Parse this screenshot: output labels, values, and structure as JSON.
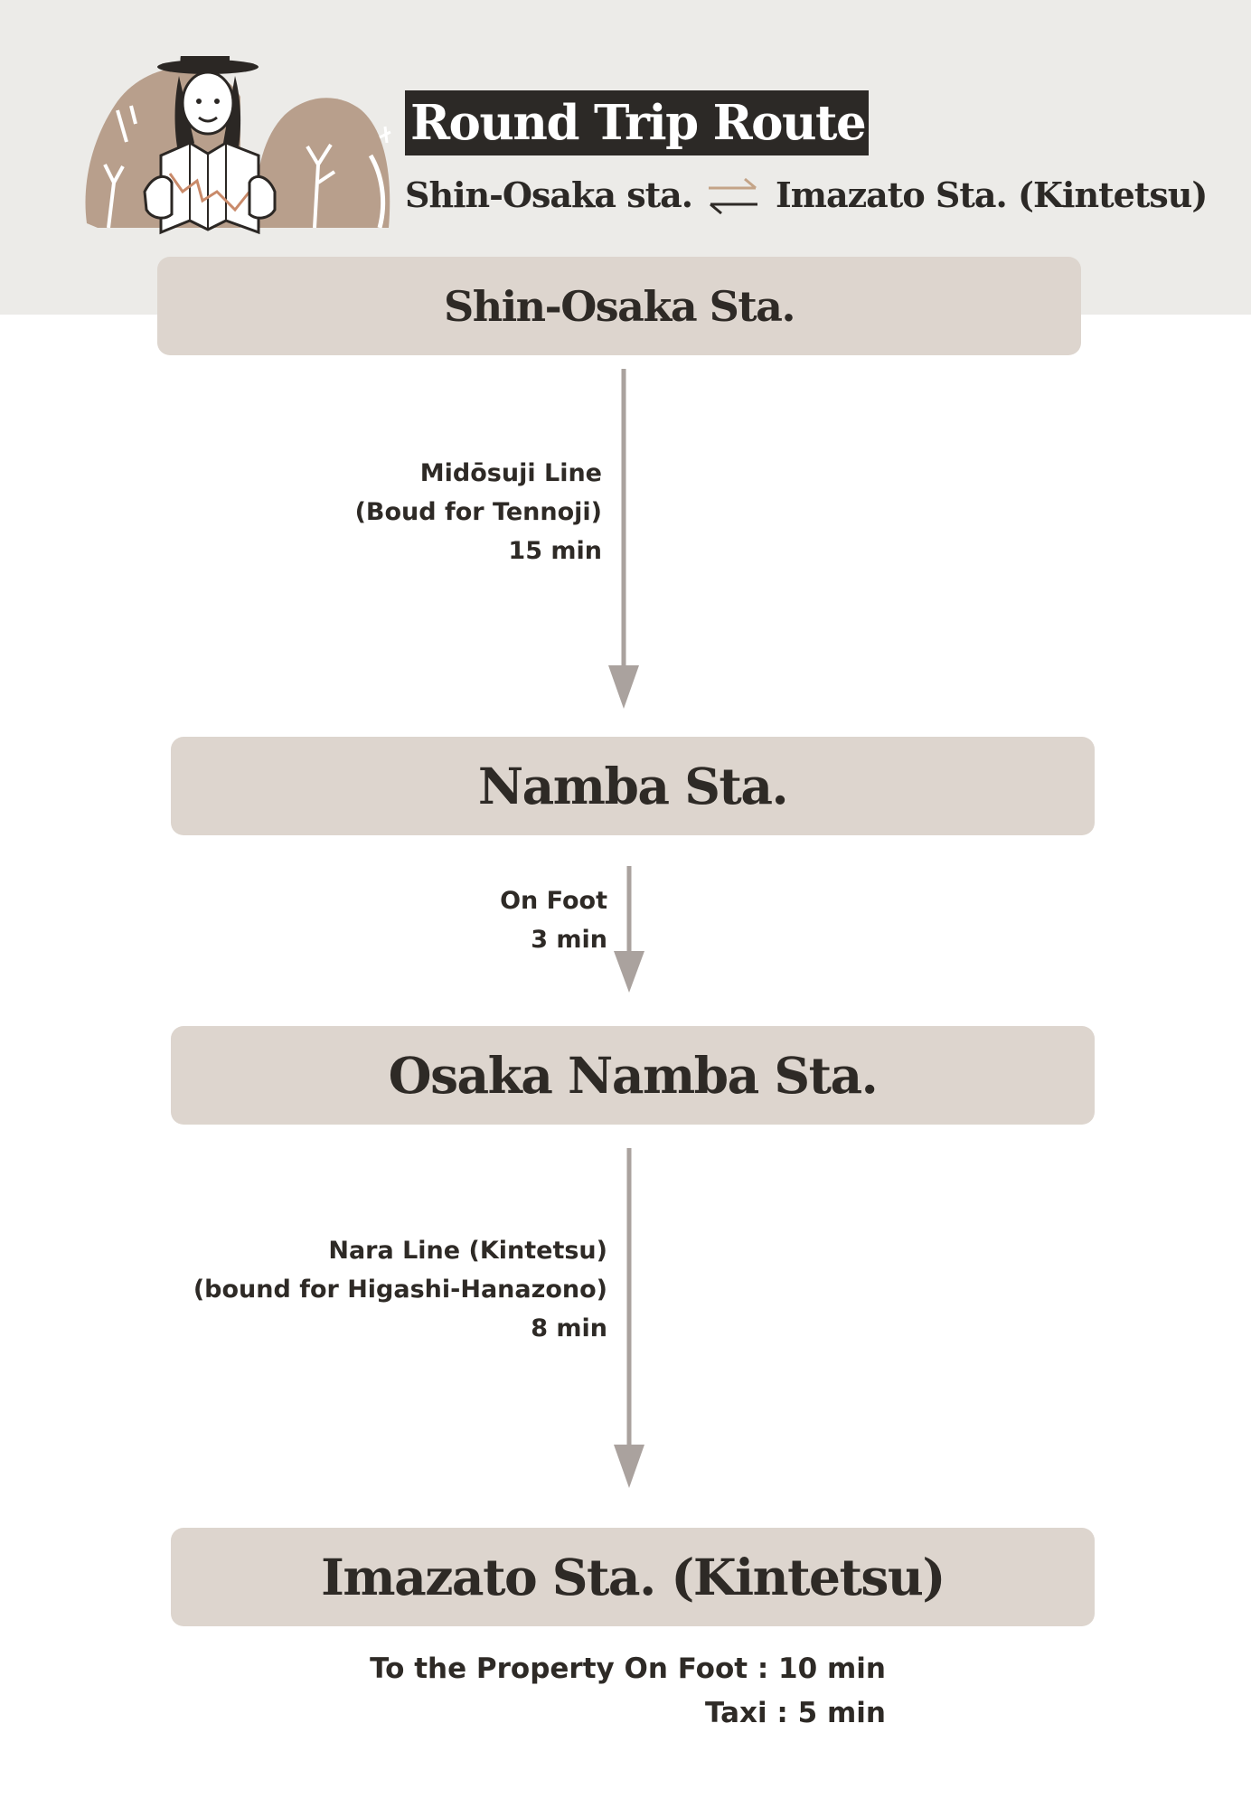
{
  "header": {
    "title": "Round Trip Route",
    "origin": "Shin-Osaka sta.",
    "destination": "Imazato Sta. (Kintetsu)",
    "swap_icon": "two-way-arrows-icon",
    "illustration_icon": "traveler-with-map-icon"
  },
  "stations": [
    {
      "name": "Shin-Osaka Sta."
    },
    {
      "name": "Namba Sta."
    },
    {
      "name": "Osaka Namba Sta."
    },
    {
      "name": "Imazato Sta. (Kintetsu)"
    }
  ],
  "legs": [
    {
      "lines": [
        "Midōsuji Line",
        "(Boud for Tennoji)",
        "15 min"
      ]
    },
    {
      "lines": [
        "On Foot",
        "3 min"
      ]
    },
    {
      "lines": [
        "Nara Line (Kintetsu)",
        "(bound for Higashi-Hanazono)",
        "8 min"
      ]
    }
  ],
  "footer": {
    "line1": "To the Property On Foot : 10 min",
    "line2": "Taxi : 5 min"
  },
  "colors": {
    "header_bg": "#ecebe8",
    "station_bg": "#ddd5ce",
    "arrow": "#aaa29e",
    "text": "#2e2a26",
    "accent": "#c4a488"
  }
}
